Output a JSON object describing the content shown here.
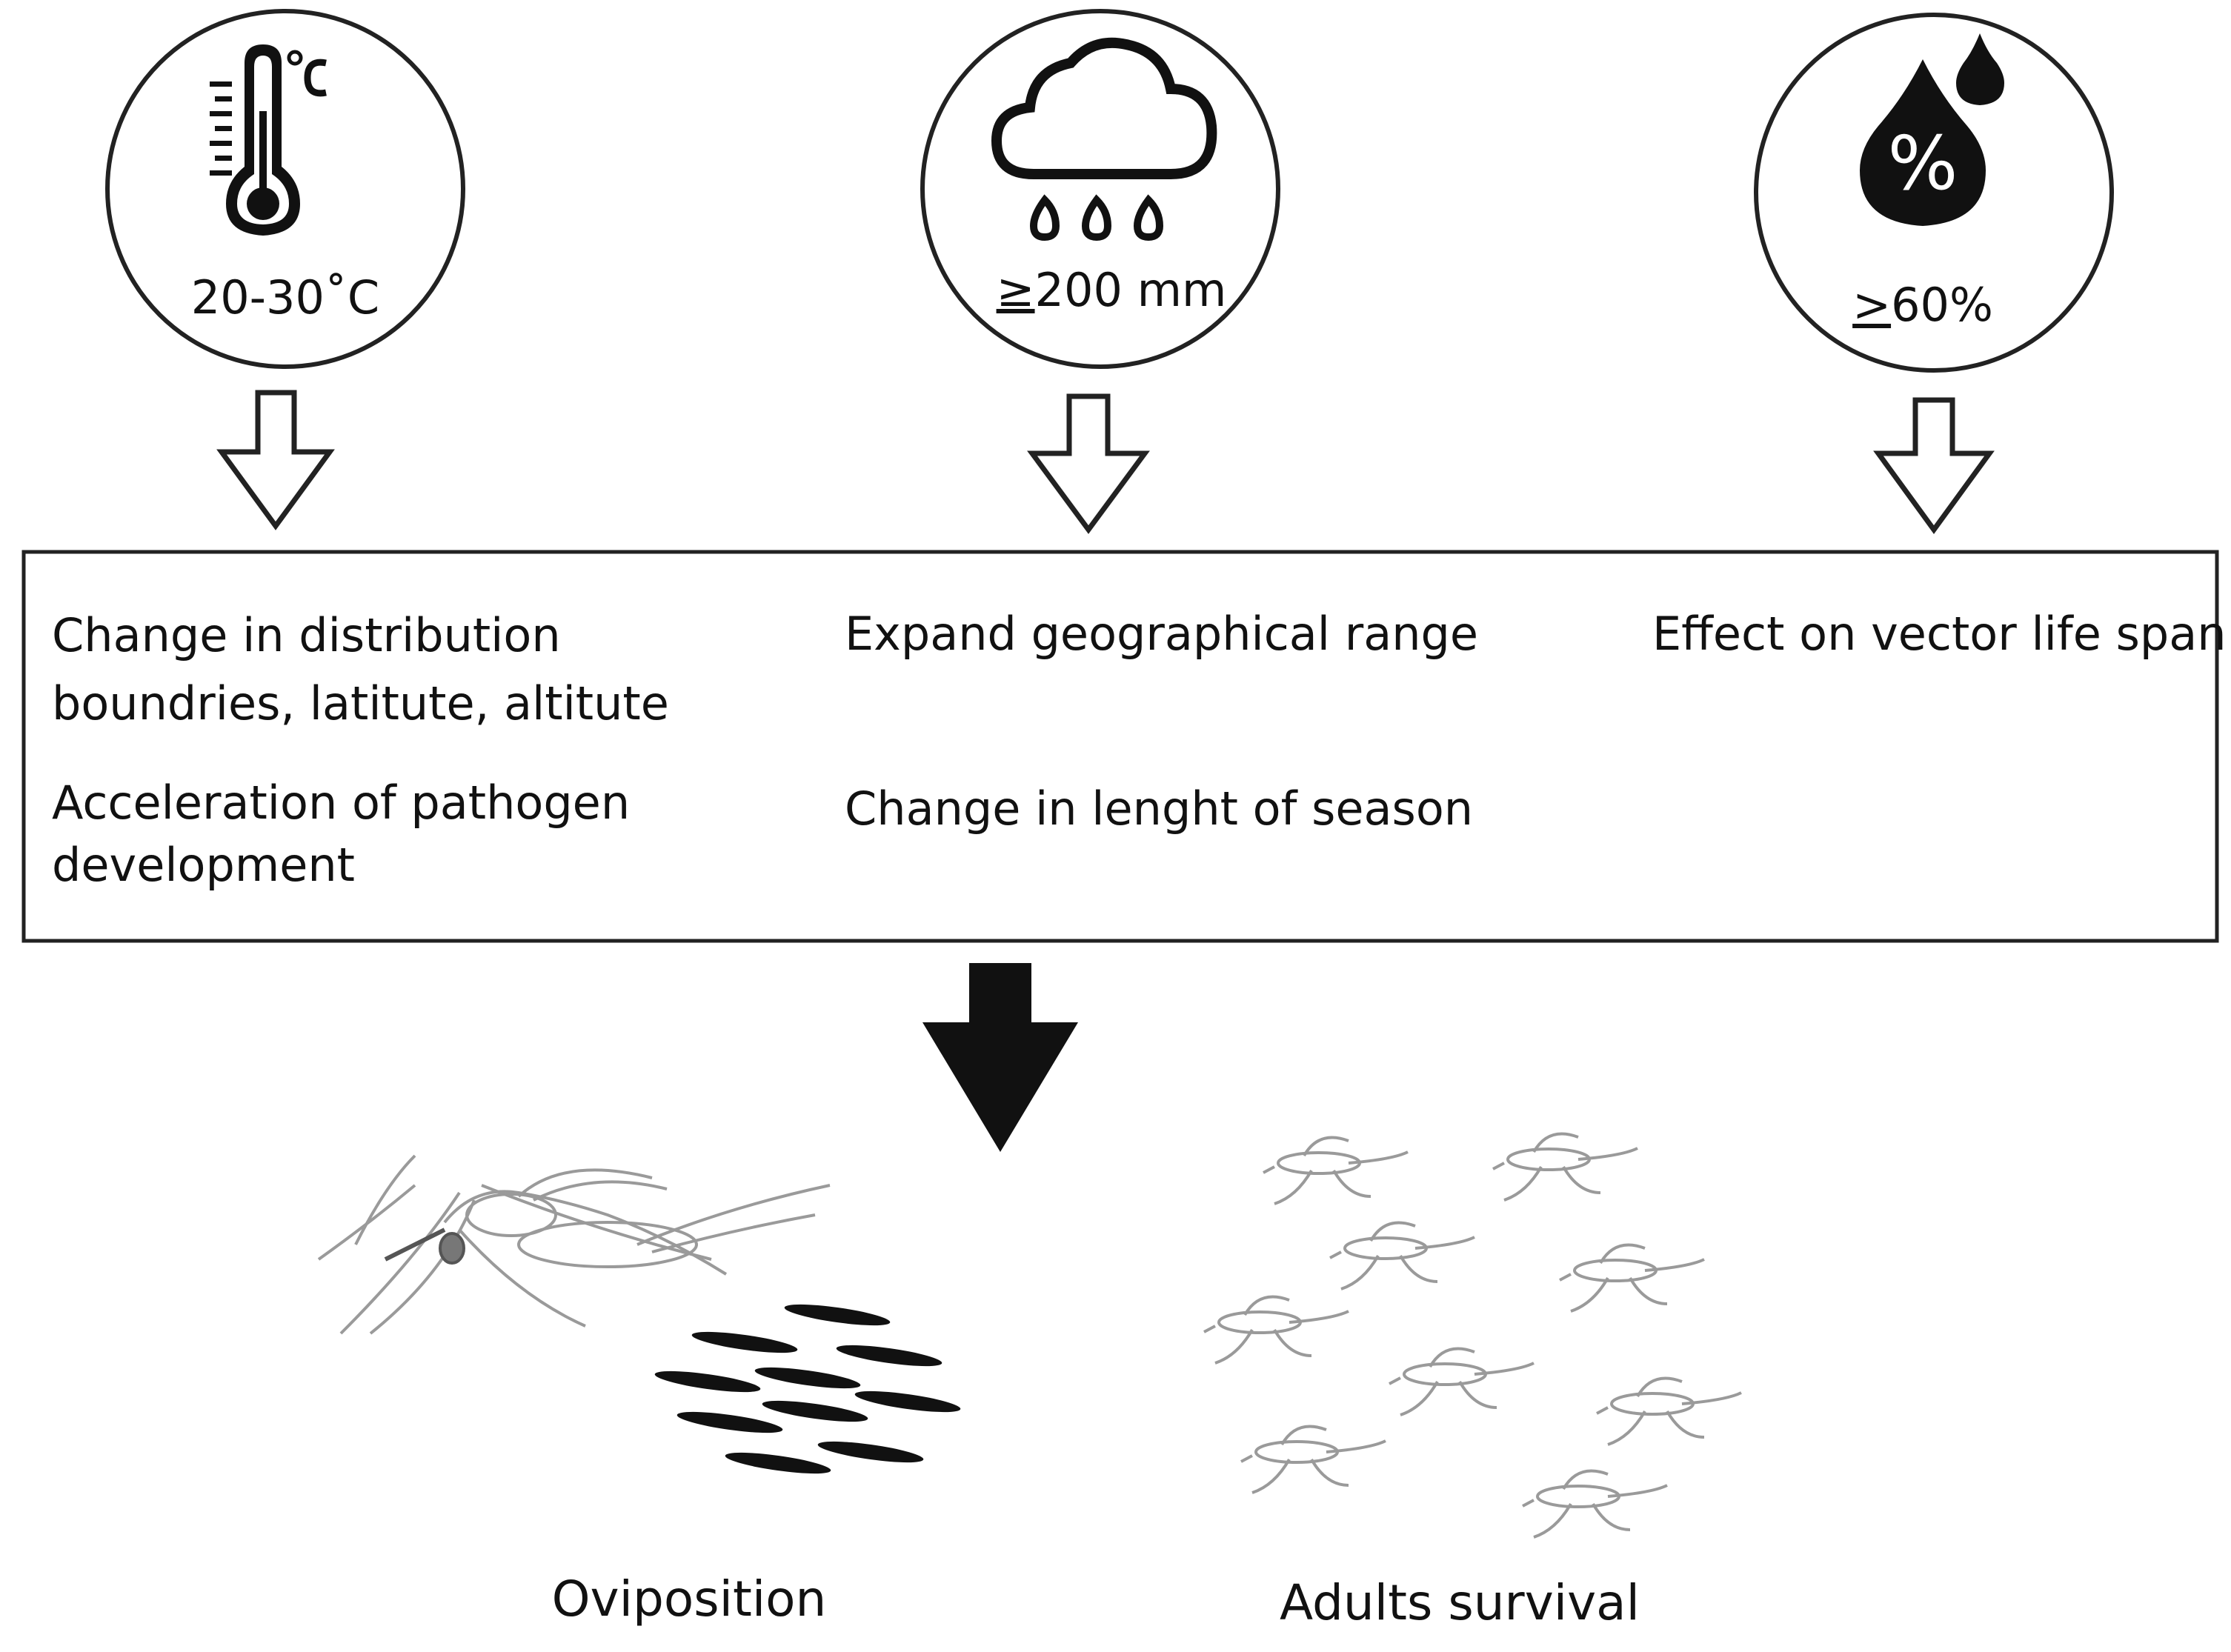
{
  "factors": [
    {
      "id": "temperature",
      "icon": "thermometer-icon",
      "label": "20-30˚C",
      "underline_prefix": ""
    },
    {
      "id": "rainfall",
      "icon": "rain-cloud-icon",
      "label_prefix": "≥",
      "label": "200 mm"
    },
    {
      "id": "humidity",
      "icon": "humidity-drop-icon",
      "label_prefix": ">",
      "label": "60%",
      "icon_text": "%"
    }
  ],
  "effects": {
    "temperature": [
      {
        "lines": [
          "Change in distribution",
          "boundries, latitute, altitute"
        ]
      },
      {
        "lines": [
          "Acceleration of pathogen",
          "development"
        ]
      }
    ],
    "rainfall": [
      {
        "lines": [
          "Expand geographical range"
        ]
      },
      {
        "lines": [
          "Change in lenght of season"
        ]
      }
    ],
    "humidity": [
      {
        "lines": [
          "Effect on vector life span"
        ]
      }
    ]
  },
  "outcomes": [
    {
      "id": "oviposition",
      "label": "Oviposition"
    },
    {
      "id": "adults",
      "label": "Adults survival"
    }
  ],
  "colors": {
    "line": "#222222",
    "fill": "#111111",
    "faint": "#9a9a9a"
  }
}
